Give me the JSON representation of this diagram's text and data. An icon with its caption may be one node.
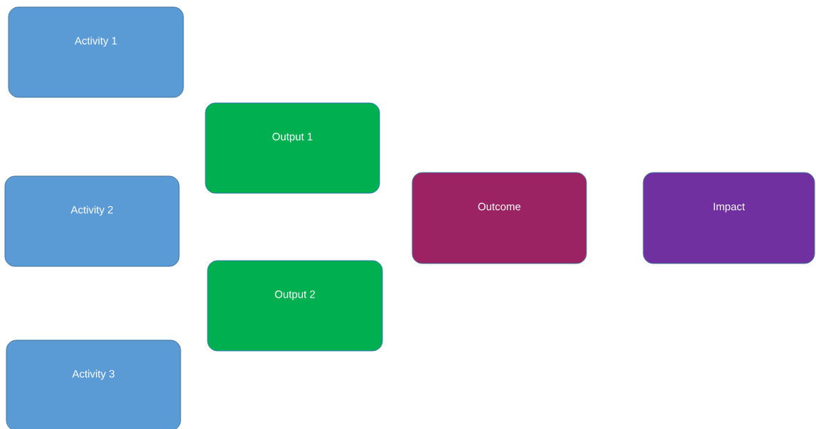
{
  "diagram": {
    "nodes": [
      {
        "text": [
          "Activity 1"
        ]
      },
      {
        "text": [
          "Output 1"
        ]
      },
      {
        "text": [
          "Activity 2"
        ]
      },
      {
        "text": [
          "Outcome"
        ]
      },
      {
        "text": [
          "Impact"
        ]
      },
      {
        "text": [
          "Output 2"
        ]
      },
      {
        "text": [
          "Activity 3"
        ]
      }
    ]
  }
}
